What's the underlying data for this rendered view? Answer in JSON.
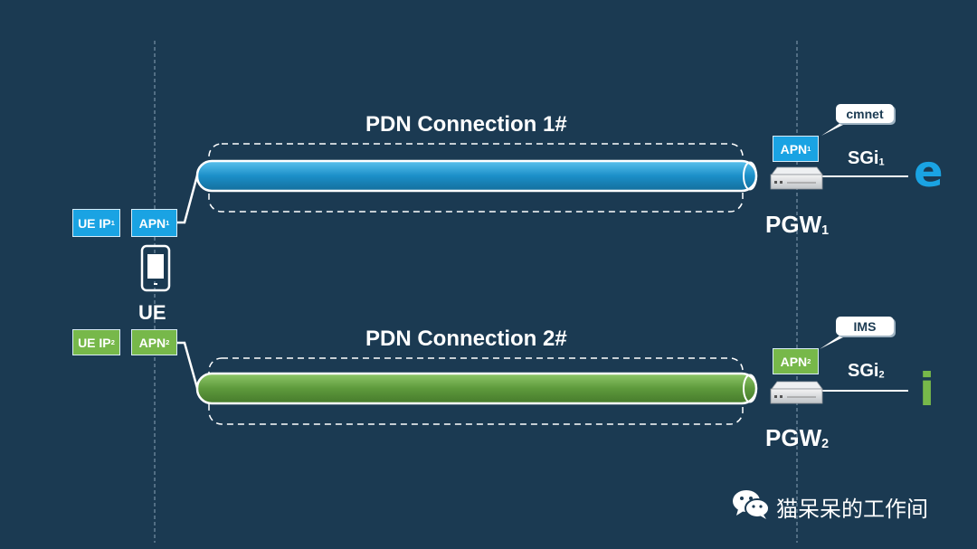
{
  "connections": [
    {
      "title": "PDN Connection 1#",
      "color": "#1aa3e3"
    },
    {
      "title": "PDN Connection 2#",
      "color": "#77b84a"
    }
  ],
  "ue": {
    "label": "UE",
    "ip1": {
      "text": "UE IP",
      "sub": "1"
    },
    "apn1": {
      "text": "APN",
      "sub": "1"
    },
    "ip2": {
      "text": "UE IP",
      "sub": "2"
    },
    "apn2": {
      "text": "APN",
      "sub": "2"
    }
  },
  "pgw1": {
    "apn": {
      "text": "APN",
      "sub": "1"
    },
    "callout": "cmnet",
    "sgi": {
      "text": "SGi",
      "sub": "1"
    },
    "name": {
      "text": "PGW",
      "sub": "1"
    },
    "service_icon": "internet-e-icon"
  },
  "pgw2": {
    "apn": {
      "text": "APN",
      "sub": "2"
    },
    "callout": "IMS",
    "sgi": {
      "text": "SGi",
      "sub": "2"
    },
    "name": {
      "text": "PGW",
      "sub": "2"
    },
    "service_icon": "ims-i-icon"
  },
  "watermark": "猫呆呆的工作间"
}
